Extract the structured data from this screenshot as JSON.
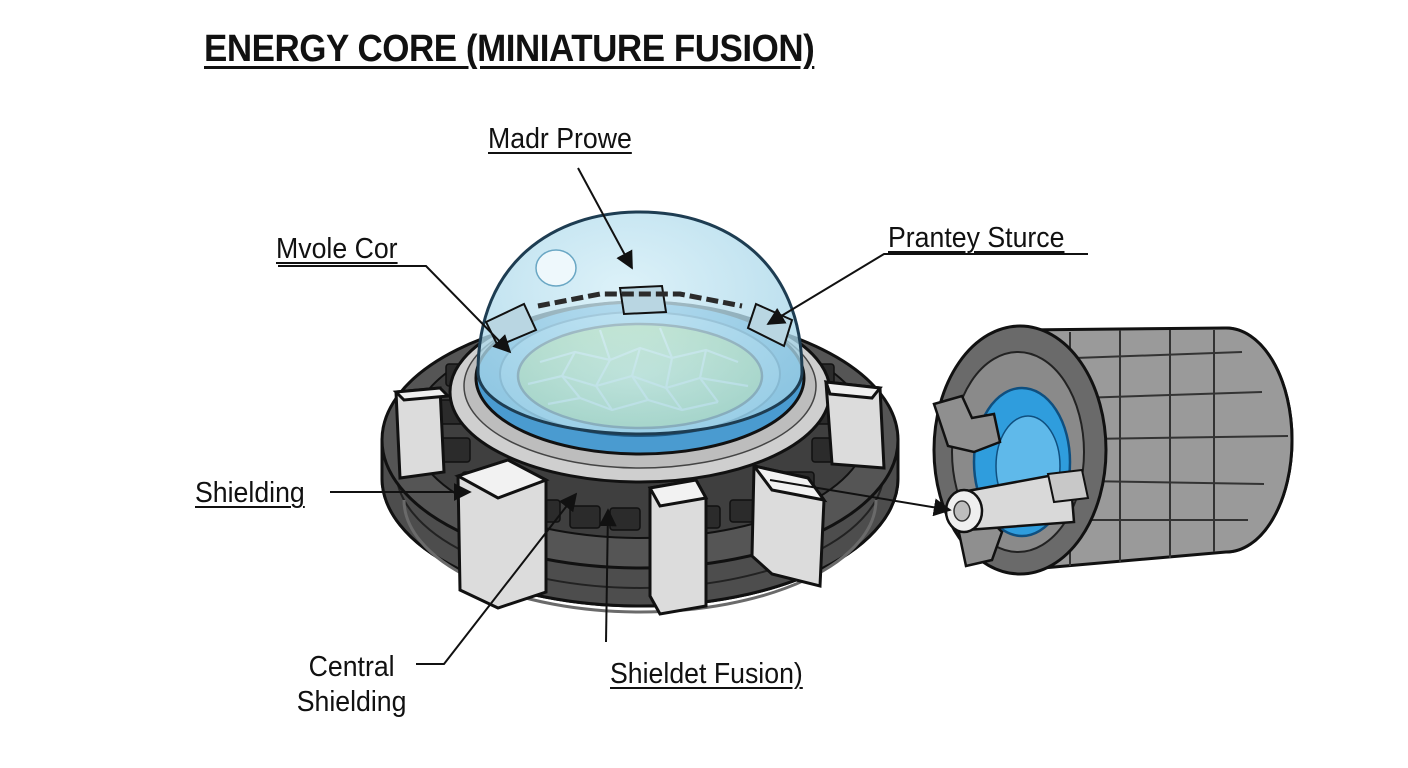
{
  "title": "ENERGY CORE (MINIATURE FUSION)",
  "labels": {
    "madr_prowe": "Madr Prowe",
    "mvole_cor": "Mvole Cor",
    "prantey_sturce": "Prantey Sturce",
    "shielding": "Shielding",
    "central_shielding_line1": "Central",
    "central_shielding_line2": "Shielding",
    "shieldet_fusion": "Shieldet Fusion)"
  },
  "colors": {
    "dome": "#a9d8ea",
    "blue_ring": "#5aa8d6",
    "core_green": "#b4e06a",
    "shield_dark": "#4a4a4a",
    "shield_light": "#d9d9d9",
    "cylinder_blue": "#2f9ddd"
  }
}
